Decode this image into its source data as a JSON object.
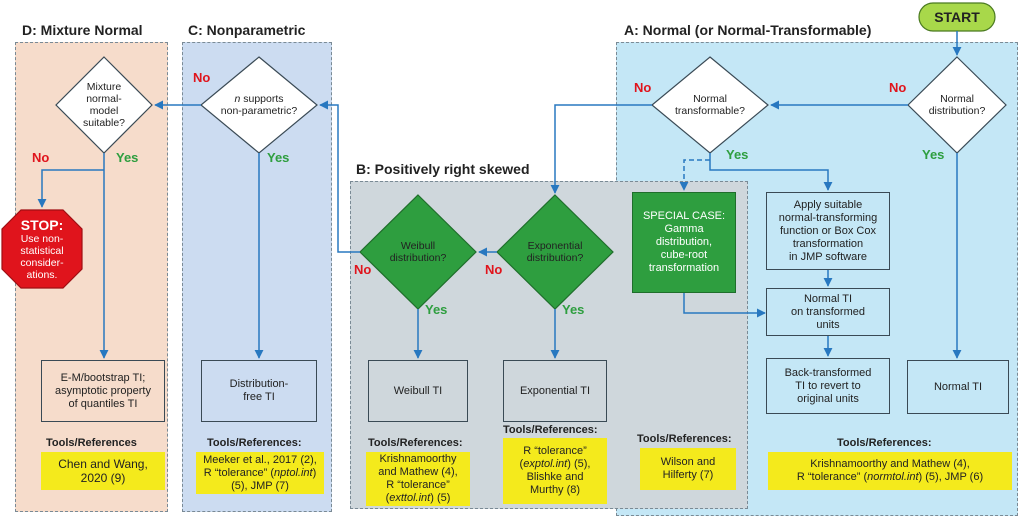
{
  "panels": {
    "a_title": "A: Normal (or Normal-Transformable)",
    "b_title": "B: Positively right skewed",
    "c_title": "C: Nonparametric",
    "d_title": "D: Mixture Normal"
  },
  "start_label": "START",
  "decisions": {
    "normal_distribution": "Normal\ndistribution?",
    "normal_transformable": "Normal\ntransformable?",
    "exponential": "Exponential\ndistribution?",
    "weibull": "Weibull\ndistribution?",
    "nonparametric_n": "n",
    "nonparametric_rest": " supports\nnon-parametric?",
    "mixture": "Mixture\nnormal-\nmodel\nsuitable?"
  },
  "boxes": {
    "apply_transform": "Apply suitable\nnormal-transforming\nfunction or Box Cox\ntransformation\nin JMP software",
    "normal_ti_transformed": "Normal TI\non transformed\nunits",
    "back_transformed": "Back-transformed\nTI to revert to\noriginal units",
    "normal_ti": "Normal TI",
    "special_case": "SPECIAL CASE:\nGamma\ndistribution,\ncube-root\ntransformation",
    "exponential_ti": "Exponential TI",
    "weibull_ti": "Weibull TI",
    "distribution_free_ti": "Distribution-\nfree TI",
    "em_bootstrap_ti": "E-M/bootstrap TI;\nasymptotic property\nof quantiles TI",
    "stop_title": "STOP:",
    "stop_text": "Use non-\nstatistical\nconsider-\nations."
  },
  "labels": {
    "yes": "Yes",
    "no": "No"
  },
  "tools_heading": "Tools/References:",
  "tools_heading_plain": "Tools/References",
  "references": {
    "a": "Krishnamoorthy and Mathew (4),\nR “tolerance” (",
    "a_italic": "normtol.int",
    "a_tail": ") (5), JMP (6)",
    "special": "Wilson and\nHilferty (7)",
    "exponential_1": "R “tolerance”\n(",
    "exponential_italic": "exptol.int",
    "exponential_2": ") (5),\nBlishke and\nMurthy (8)",
    "weibull_1": "Krishnamoorthy\nand Mathew (4),\nR “tolerance”\n(",
    "weibull_italic": "exttol.int",
    "weibull_2": ") (5)",
    "nonparametric_1": "Meeker et al., 2017 (2),\nR “tolerance” (",
    "nonparametric_italic": "nptol.int",
    "nonparametric_2": ")\n(5), JMP (7)",
    "mixture": "Chen and Wang,\n2020 (9)"
  },
  "colors": {
    "panel_a": "#c4e7f6",
    "panel_b": "#cfd7dc",
    "panel_c": "#ccdcf1",
    "panel_d": "#f6dccb",
    "green_decision": "#2e9e3f",
    "reference_yellow": "#f4ea1c",
    "stop_red": "#e0141c",
    "start_green": "#a8d84a",
    "arrow_blue": "#2878c0"
  }
}
